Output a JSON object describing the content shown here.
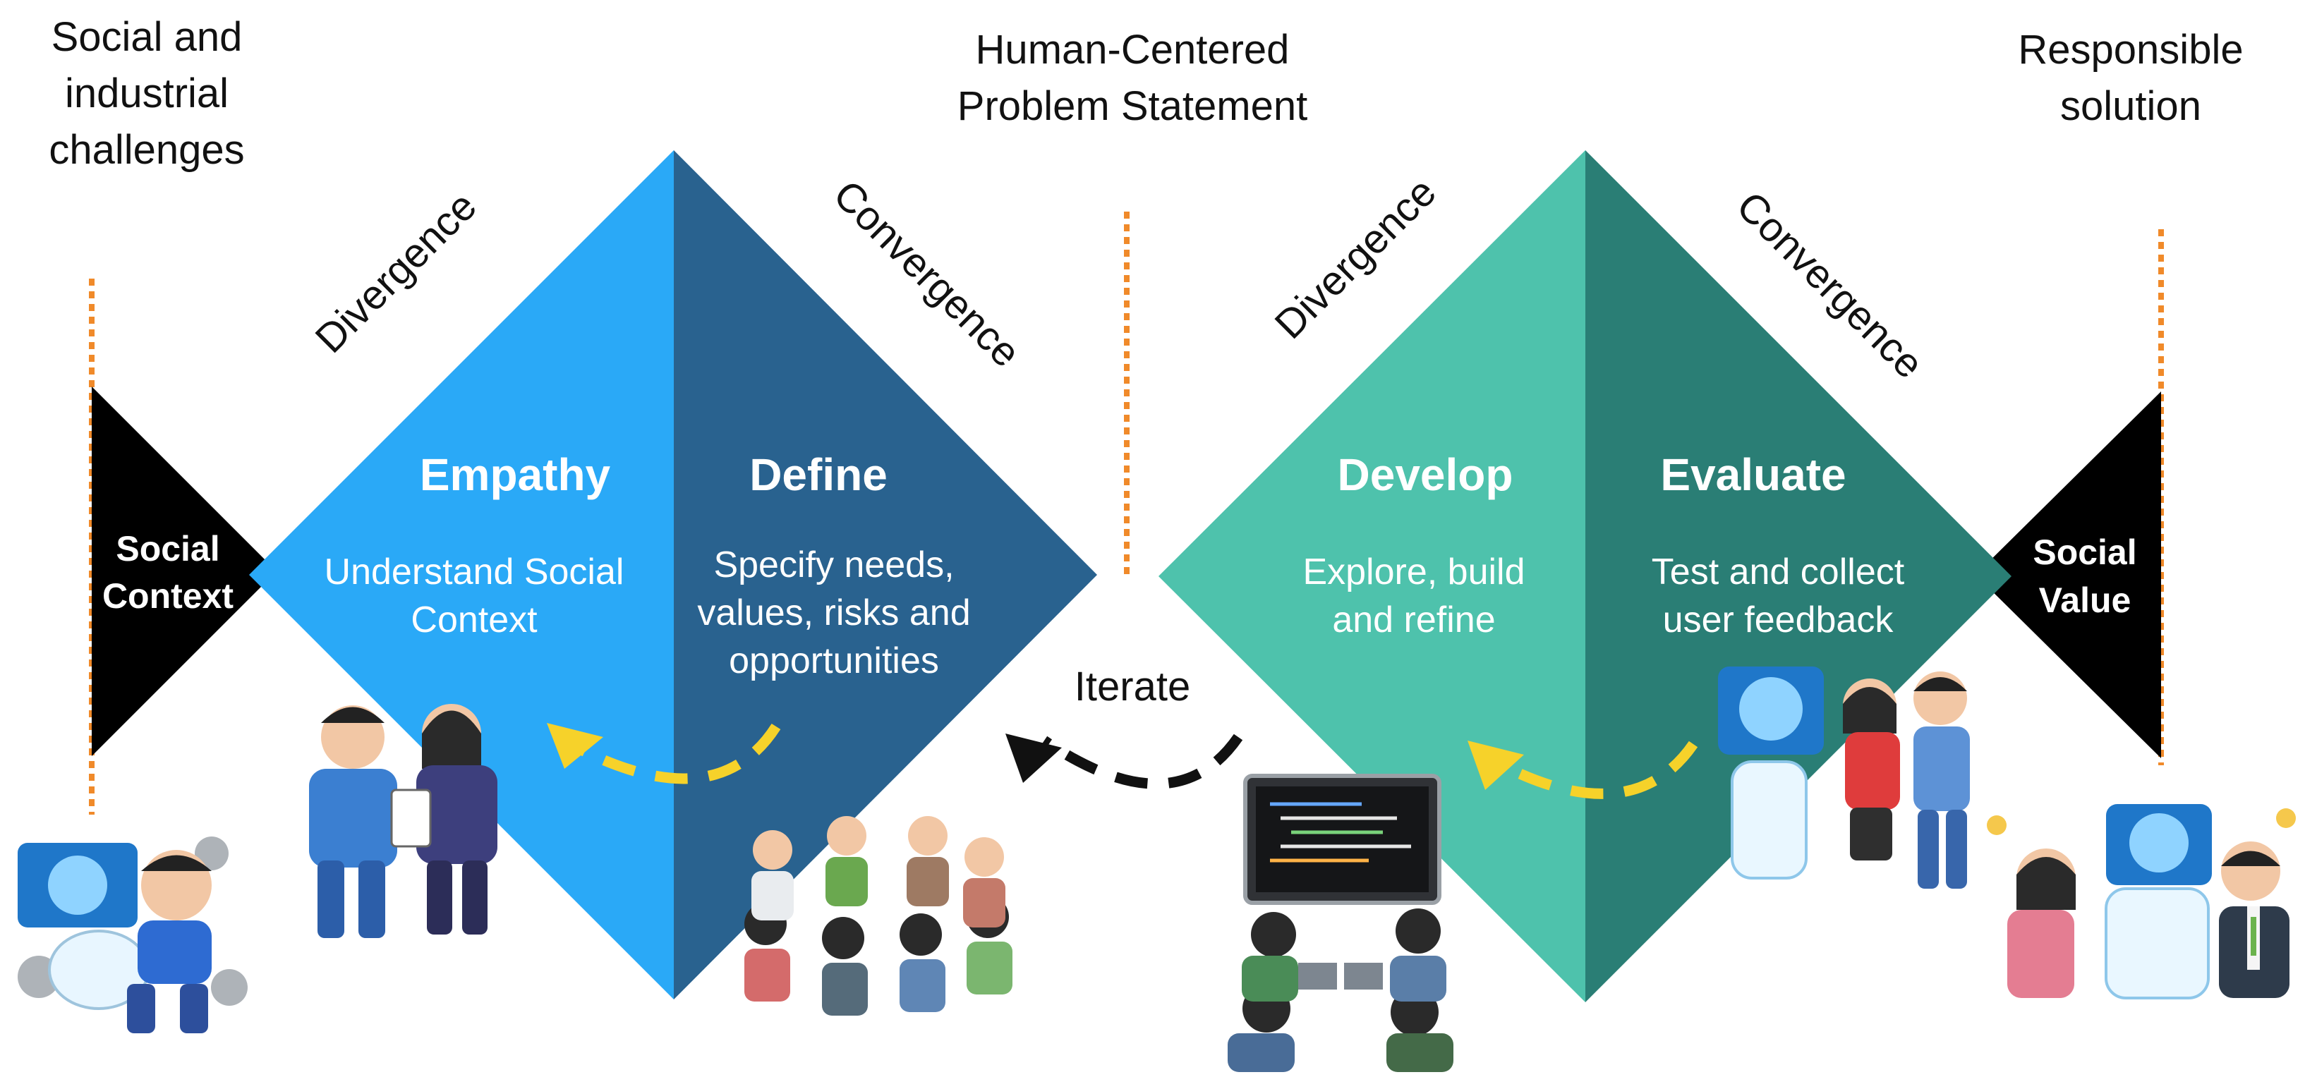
{
  "headers": {
    "left": [
      "Social and",
      "industrial",
      "challenges"
    ],
    "center": [
      "Human-Centered",
      "Problem Statement"
    ],
    "right": [
      "Responsible",
      "solution"
    ]
  },
  "directions": {
    "divergence": "Divergence",
    "convergence": "Convergence"
  },
  "phases": [
    {
      "title": "Empathy",
      "desc": [
        "Understand Social",
        "Context"
      ],
      "color": "#2aa9f7"
    },
    {
      "title": "Define",
      "desc": [
        "Specify needs,",
        "values, risks and",
        "opportunities"
      ],
      "color": "#29628f"
    },
    {
      "title": "Develop",
      "desc": [
        "Explore, build",
        "and refine"
      ],
      "color": "#4ec2ac"
    },
    {
      "title": "Evaluate",
      "desc": [
        "Test and collect",
        "user feedback"
      ],
      "color": "#2a7e75"
    }
  ],
  "context": {
    "left": [
      "Social",
      "Context"
    ],
    "right": [
      "Social",
      "Value"
    ]
  },
  "iterate_label": "Iterate",
  "colors": {
    "dotted_line": "#f08a2a",
    "arrow_yellow": "#f6d22a",
    "arrow_black": "#111111",
    "triangle": "#000000"
  },
  "illustrations": [
    "ai-robot-conflict-icon",
    "empathy-interview-icon",
    "group-workshop-icon",
    "developers-coding-icon",
    "user-testing-icon",
    "happy-users-icon"
  ]
}
